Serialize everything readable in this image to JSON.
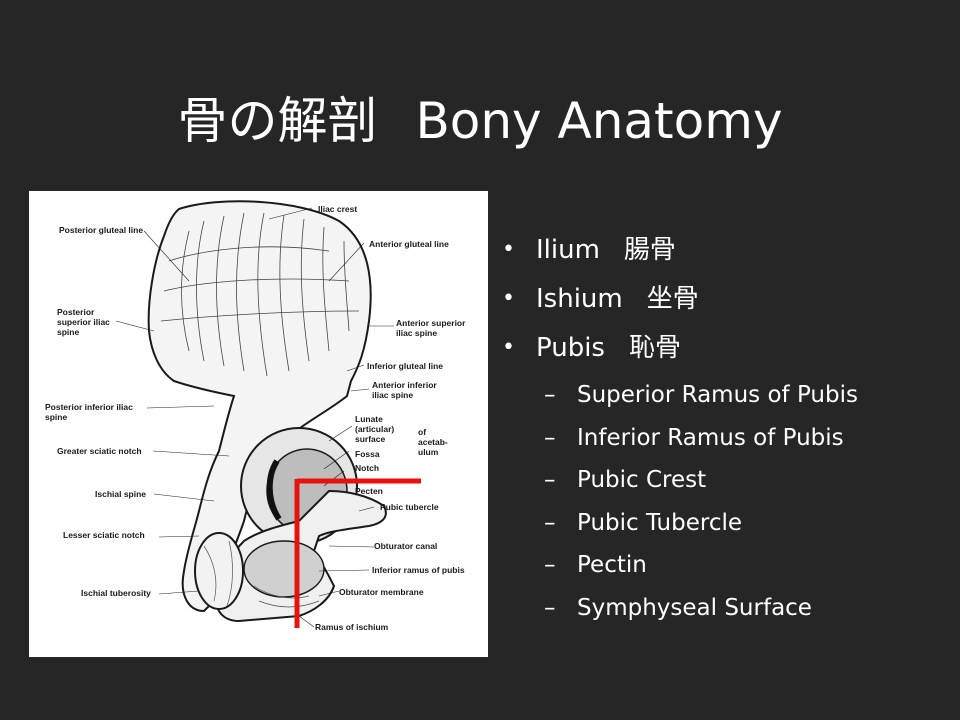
{
  "title": {
    "ja": "骨の解剖",
    "en": "Bony Anatomy"
  },
  "figure": {
    "labels": {
      "iliac_crest": "Iliac crest",
      "posterior_gluteal_line": "Posterior gluteal line",
      "anterior_gluteal_line": "Anterior gluteal line",
      "posterior_superior_iliac_spine": "Posterior superior iliac spine",
      "anterior_superior_iliac_spine": "Anterior superior iliac spine",
      "inferior_gluteal_line": "Inferior gluteal line",
      "anterior_inferior_iliac_spine": "Anterior inferior iliac spine",
      "posterior_inferior_iliac_spine": "Posterior inferior iliac spine",
      "lunate_surface": "Lunate (articular) surface",
      "of_acetabulum": "of acetab- ulum",
      "greater_sciatic_notch": "Greater sciatic notch",
      "fossa": "Fossa",
      "notch": "Notch",
      "pecten": "Pecten",
      "ischial_spine": "Ischial spine",
      "pubic_tubercle": "Pubic tubercle",
      "lesser_sciatic_notch": "Lesser sciatic notch",
      "obturator_canal": "Obturator canal",
      "inferior_ramus_of_pubis": "Inferior ramus of pubis",
      "ischial_tuberosity": "Ischial tuberosity",
      "obturator_membrane": "Obturator membrane",
      "ramus_of_ischium": "Ramus of ischium"
    },
    "highlight_color": "#e8120c"
  },
  "bullets": [
    {
      "en": "Ilium",
      "ja": "腸骨"
    },
    {
      "en": "Ishium",
      "ja": "坐骨"
    },
    {
      "en": "Pubis",
      "ja": "恥骨"
    }
  ],
  "sub_bullets": [
    "Superior Ramus of Pubis",
    "Inferior Ramus of Pubis",
    "Pubic Crest",
    "Pubic Tubercle",
    "Pectin",
    "Symphyseal Surface"
  ],
  "colors": {
    "background": "#262626",
    "text": "#ffffff"
  }
}
